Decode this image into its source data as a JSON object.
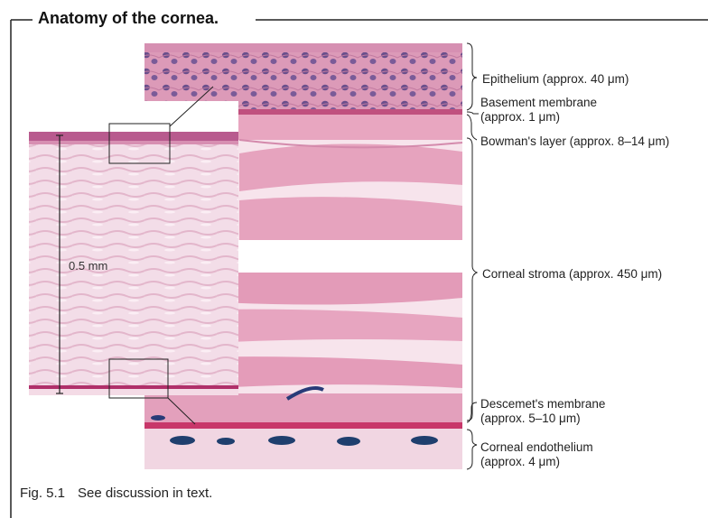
{
  "figure": {
    "title": "Anatomy of the cornea.",
    "caption_number": "Fig. 5.1",
    "caption_text": "See discussion in text.",
    "scale_bar_label": "0.5 mm"
  },
  "labels": {
    "epithelium": "Epithelium (approx. 40 μm)",
    "basement_membrane_1": "Basement membrane",
    "basement_membrane_2": "(approx. 1 μm)",
    "bowmans_layer": "Bowman's layer (approx. 8–14 μm)",
    "corneal_stroma": "Corneal stroma (approx. 450 μm)",
    "descemets_1": "Descemet's membrane",
    "descemets_2": "(approx. 5–10 μm)",
    "endothelium_1": "Corneal endothelium",
    "endothelium_2": "(approx. 4 μm)"
  },
  "colors": {
    "frame": "#222222",
    "tissue_pink": "#e8a8c0",
    "tissue_light": "#f4dbe6",
    "nucleus": "#3a3070",
    "endothelium_nucleus": "#1f3f6e",
    "membrane_red": "#c8376a"
  }
}
